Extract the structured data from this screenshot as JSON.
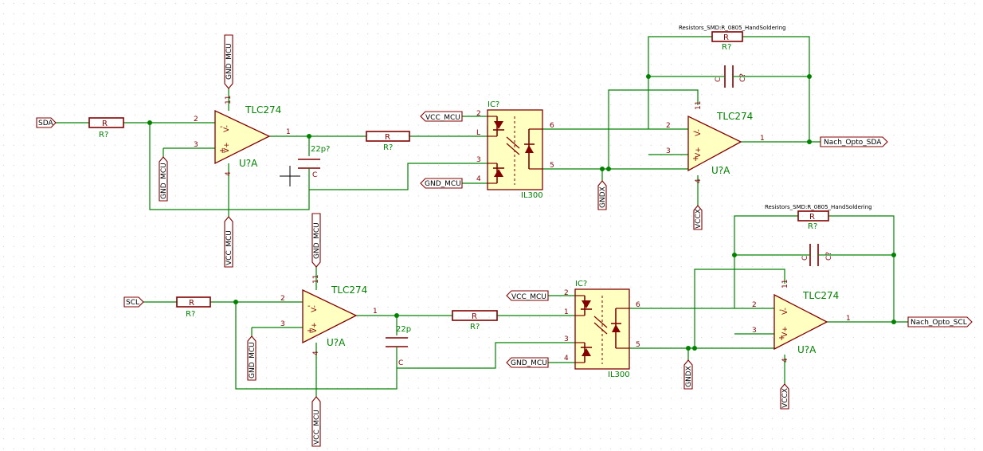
{
  "nets": {
    "sda": "SDA",
    "scl": "SCL",
    "vcc_mcu": "VCC_MCU",
    "gnd_mcu": "GND_MCU",
    "gndx": "GNDX",
    "vccx": "VCCX",
    "out_sda": "Nach_Opto_SDA",
    "out_scl": "Nach_Opto_SCL"
  },
  "parts": {
    "opamp_value": "TLC274",
    "opamp_ref": "U?A",
    "resistor_value": "R",
    "resistor_ref": "R?",
    "resistor_footprint": "Resistors_SMD:R_0805_HandSoldering",
    "cap_22p_top": "22p?",
    "cap_22p_bottom": "22p",
    "cap_ref": "C",
    "cap_fb_value": "C",
    "cap_fb_ref": "C?",
    "opto_value": "IL300",
    "opto_ref": "IC?"
  },
  "pins": {
    "p1": "1",
    "p2": "2",
    "p3": "3",
    "p4": "4",
    "p5": "5",
    "p6": "6",
    "p11": "11",
    "pL": "L",
    "minus": "-",
    "plus": "+",
    "vminus": "V-",
    "vplus": "V+"
  },
  "colors": {
    "wire": "#008400",
    "component": "#840000",
    "body_fill": "#ffffc2",
    "grid_dot": "#c8c8c8"
  }
}
